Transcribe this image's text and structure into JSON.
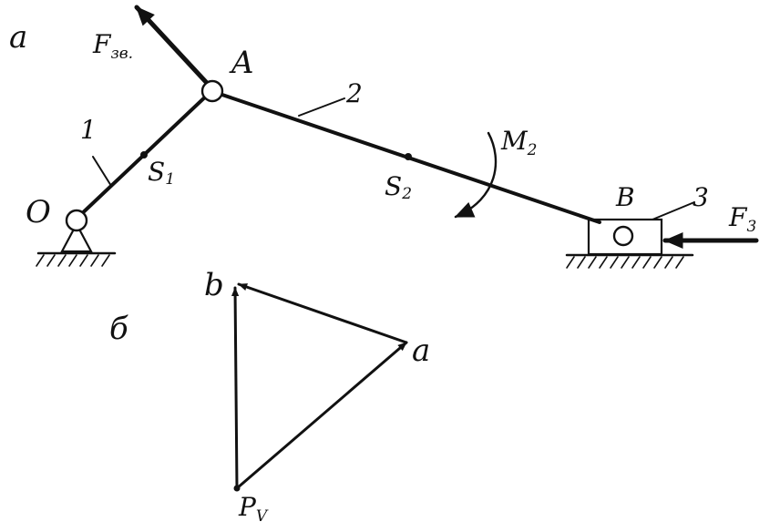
{
  "colors": {
    "ink": "#111111",
    "paper": "#ffffff"
  },
  "mechanism_diagram": {
    "panel_label": "a",
    "points": {
      "O": "O",
      "A": "A",
      "B": "B"
    },
    "links": {
      "link1": "1",
      "link2": "2",
      "link3": "3"
    },
    "centers_of_mass": {
      "S1": {
        "letter": "S",
        "subscript": "1"
      },
      "S2": {
        "letter": "S",
        "subscript": "2"
      }
    },
    "force_A": {
      "letter": "F",
      "subscript": "зв."
    },
    "force_B": {
      "letter": "F",
      "subscript": "3"
    },
    "moment_2": {
      "letter": "M",
      "subscript": "2"
    }
  },
  "velocity_diagram": {
    "panel_label": "б",
    "points": {
      "b": "b",
      "a": "a"
    },
    "pole": {
      "letter": "P",
      "subscript": "V"
    }
  }
}
